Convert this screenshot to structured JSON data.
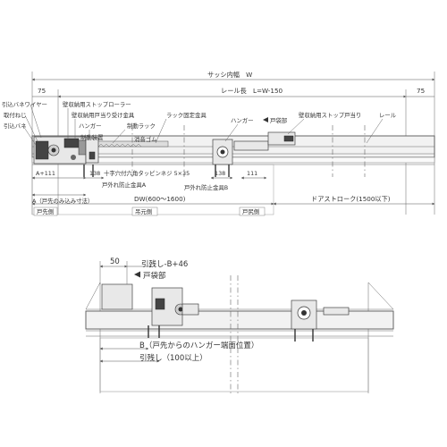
{
  "top_view": {
    "sash_width": "サッシ内幅　W",
    "rail_length": "レール長　L=W-150",
    "left_offset": "75",
    "right_offset": "75",
    "labels": {
      "wire": "引込バネワイヤー",
      "screw": "取付ねじ",
      "spring": "引込バネ",
      "stopper_roller": "壁収納用ストップローラー",
      "door_stop_bracket": "壁収納用戸当り受け金具",
      "hanger_left": "ハンガー",
      "brake_device": "制動装置",
      "brake_rack": "制動ラック",
      "rubber": "消音ゴム",
      "rack_bracket": "ラック固定金具",
      "hanger_right": "ハンガー",
      "pocket_side": "戸袋部",
      "stop_door_stop": "壁収納用ストップ戸当り",
      "rail": "レール",
      "screw_spec": "十字穴付六角タッピンネジ 5×35",
      "anti_drop_a": "戸外れ防止金具A",
      "anti_drop_b": "戸外れ防止金具B",
      "a_note": "A（戸先のみ込み寸法）",
      "dw": "DW(600～1600)",
      "door_stroke": "ドアストローク(1500以下)",
      "door_tip_side": "戸先側",
      "hinge_side": "吊元側",
      "pocket_side_tag": "戸尻側"
    },
    "dims": {
      "a111": "A+111",
      "d138_left": "138",
      "d138_right": "138",
      "d111_right": "111"
    }
  },
  "detail_view": {
    "d50": "50",
    "pull_margin_b": "引残し-B+46",
    "pocket": "戸袋部",
    "b_note": "B（戸先からのハンガー端面位置）",
    "pull_margin": "引残し（100以上）"
  },
  "colors": {
    "line": "#555555",
    "part_fill": "#e8e8e8",
    "dark": "#444444"
  }
}
